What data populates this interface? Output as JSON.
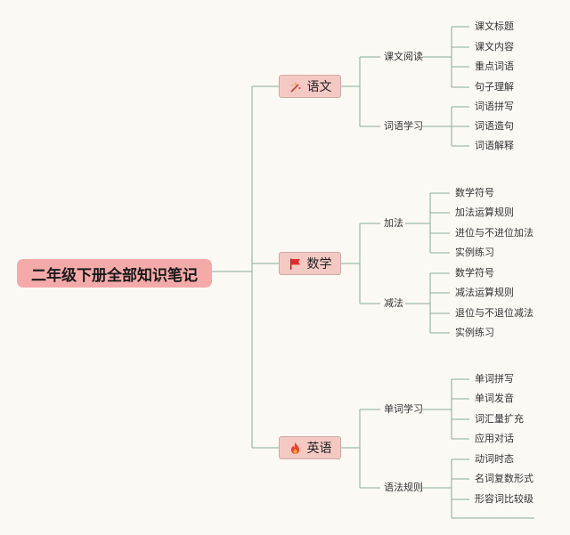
{
  "root": "二年级下册全部知识笔记",
  "subjects": [
    {
      "name": "语文",
      "icon": "magic-wand-icon",
      "groups": [
        {
          "name": "课文阅读",
          "items": [
            "课文标题",
            "课文内容",
            "重点词语",
            "句子理解"
          ]
        },
        {
          "name": "词语学习",
          "items": [
            "词语拼写",
            "词语造句",
            "词语解释"
          ]
        }
      ]
    },
    {
      "name": "数学",
      "icon": "red-flag-icon",
      "groups": [
        {
          "name": "加法",
          "items": [
            "数学符号",
            "加法运算规则",
            "进位与不进位加法",
            "实例练习"
          ]
        },
        {
          "name": "减法",
          "items": [
            "数学符号",
            "减法运算规则",
            "退位与不退位减法",
            "实例练习"
          ]
        }
      ]
    },
    {
      "name": "英语",
      "icon": "fire-icon",
      "groups": [
        {
          "name": "单词学习",
          "items": [
            "单词拼写",
            "单词发音",
            "词汇量扩充",
            "应用对话"
          ]
        },
        {
          "name": "语法规则",
          "items": [
            "动词时态",
            "名词复数形式",
            "形容词比较级"
          ]
        }
      ]
    }
  ]
}
